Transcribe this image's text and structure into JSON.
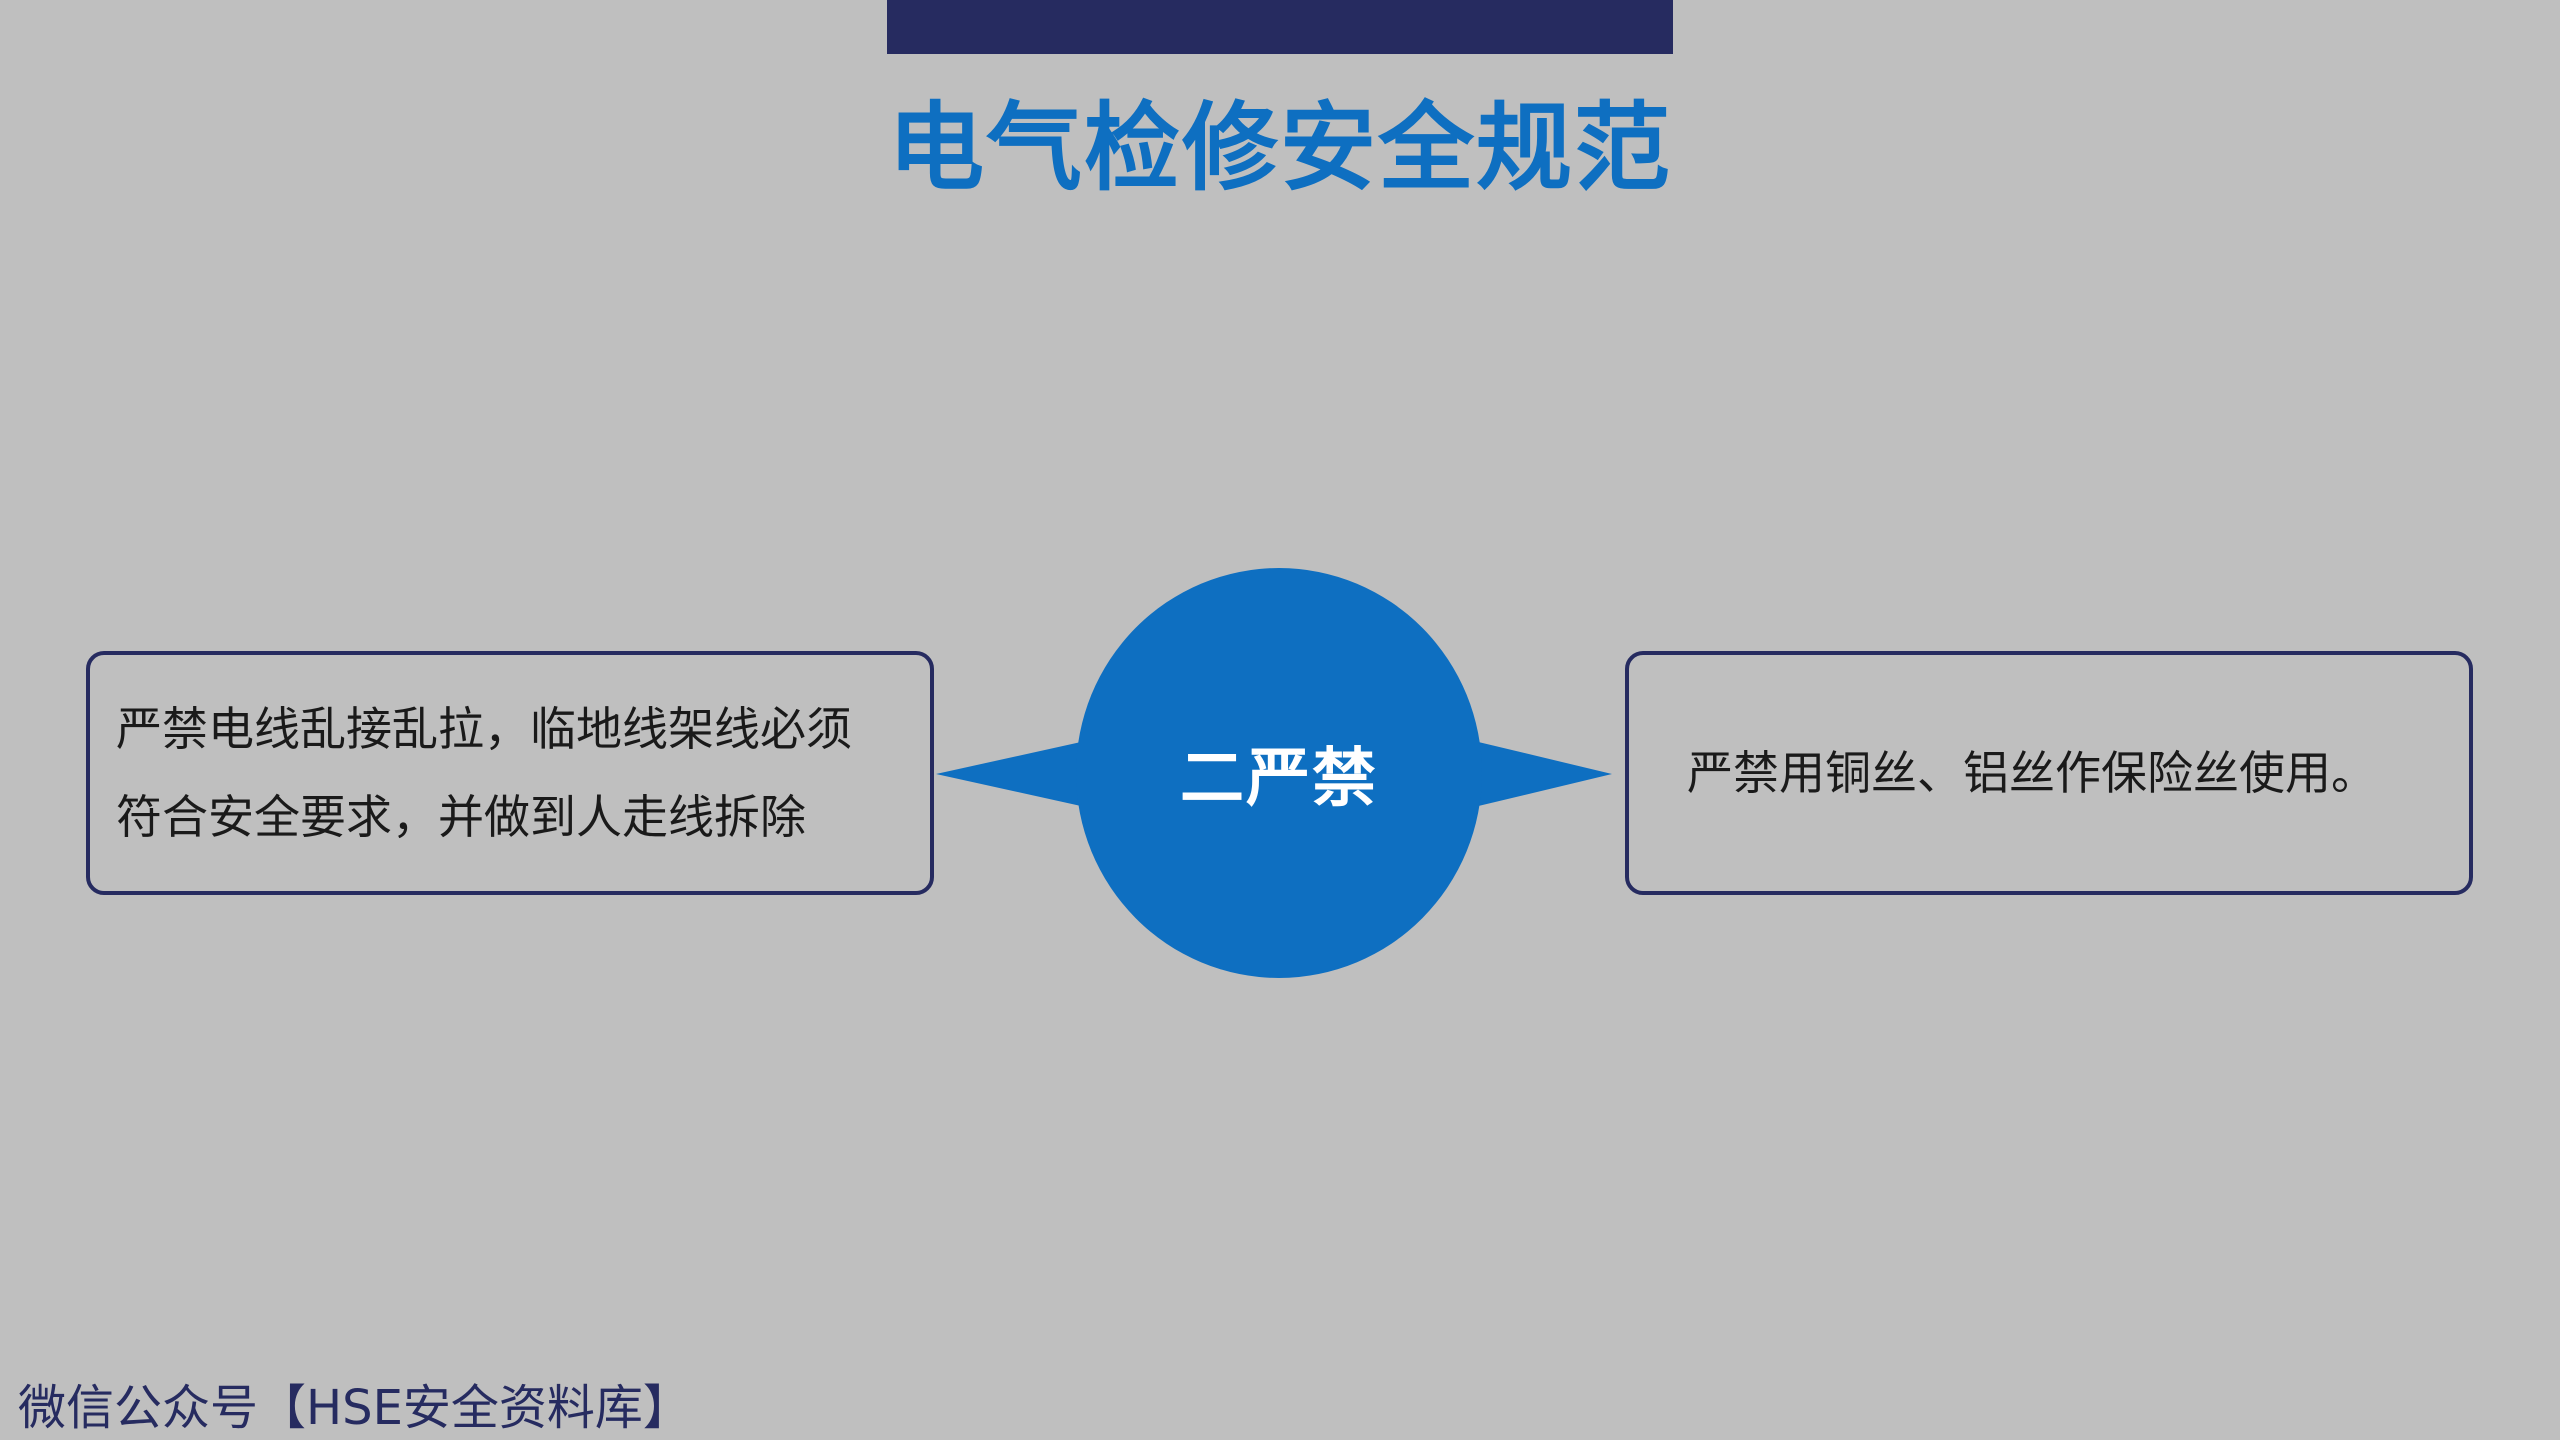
{
  "slide": {
    "title": "电气检修安全规范",
    "center_label": "二严禁",
    "left_text": "严禁电线乱接乱拉，临地线架线必须符合安全要求，并做到人走线拆除",
    "right_text": "严禁用铜丝、铝丝作保险丝使用。",
    "footer": "微信公众号【HSE安全资料库】"
  },
  "colors": {
    "accent_blue": "#0e6fc1",
    "navy": "#262b60",
    "background": "#bfbfbf"
  }
}
